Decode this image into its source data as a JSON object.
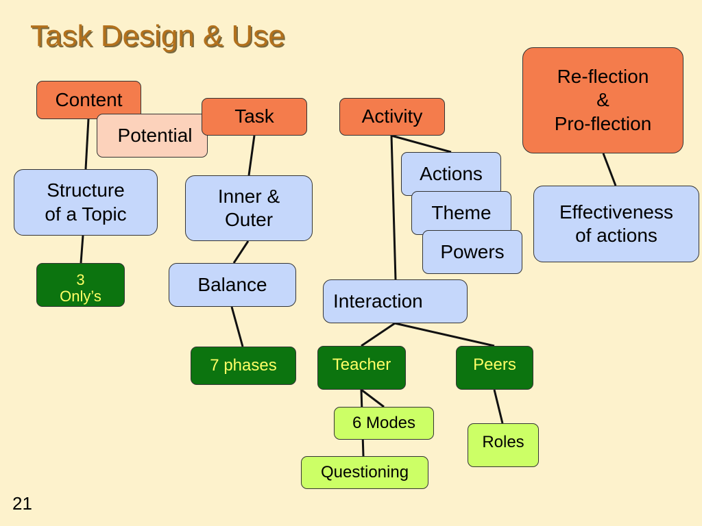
{
  "slide": {
    "title": "Task Design & Use",
    "number": "21"
  },
  "nodes": {
    "content": "Content",
    "potential": "Potential",
    "task": "Task",
    "activity": "Activity",
    "reflection": "Re-flection\n&\nPro-flection",
    "structure": "Structure\nof a Topic",
    "inner_outer": "Inner &\nOuter",
    "actions": "Actions",
    "theme": "Theme",
    "powers": "Powers",
    "effectiveness": "Effectiveness\nof actions",
    "three_onlys": "3\nOnly’s",
    "balance": "Balance",
    "interaction": "Interaction",
    "seven_phases": "7 phases",
    "teacher": "Teacher",
    "peers": "Peers",
    "six_modes": "6 Modes",
    "roles": "Roles",
    "questioning": "Questioning"
  },
  "colors": {
    "background": "#fdf2cc",
    "title": "#b3711c",
    "orange_node": "#f47c4c",
    "peach_node": "#fcd2bb",
    "blue_node": "#c5d7fb",
    "dark_green_node": "#0c740f",
    "dark_green_text": "#ffff66",
    "lime_node": "#ccff66"
  }
}
